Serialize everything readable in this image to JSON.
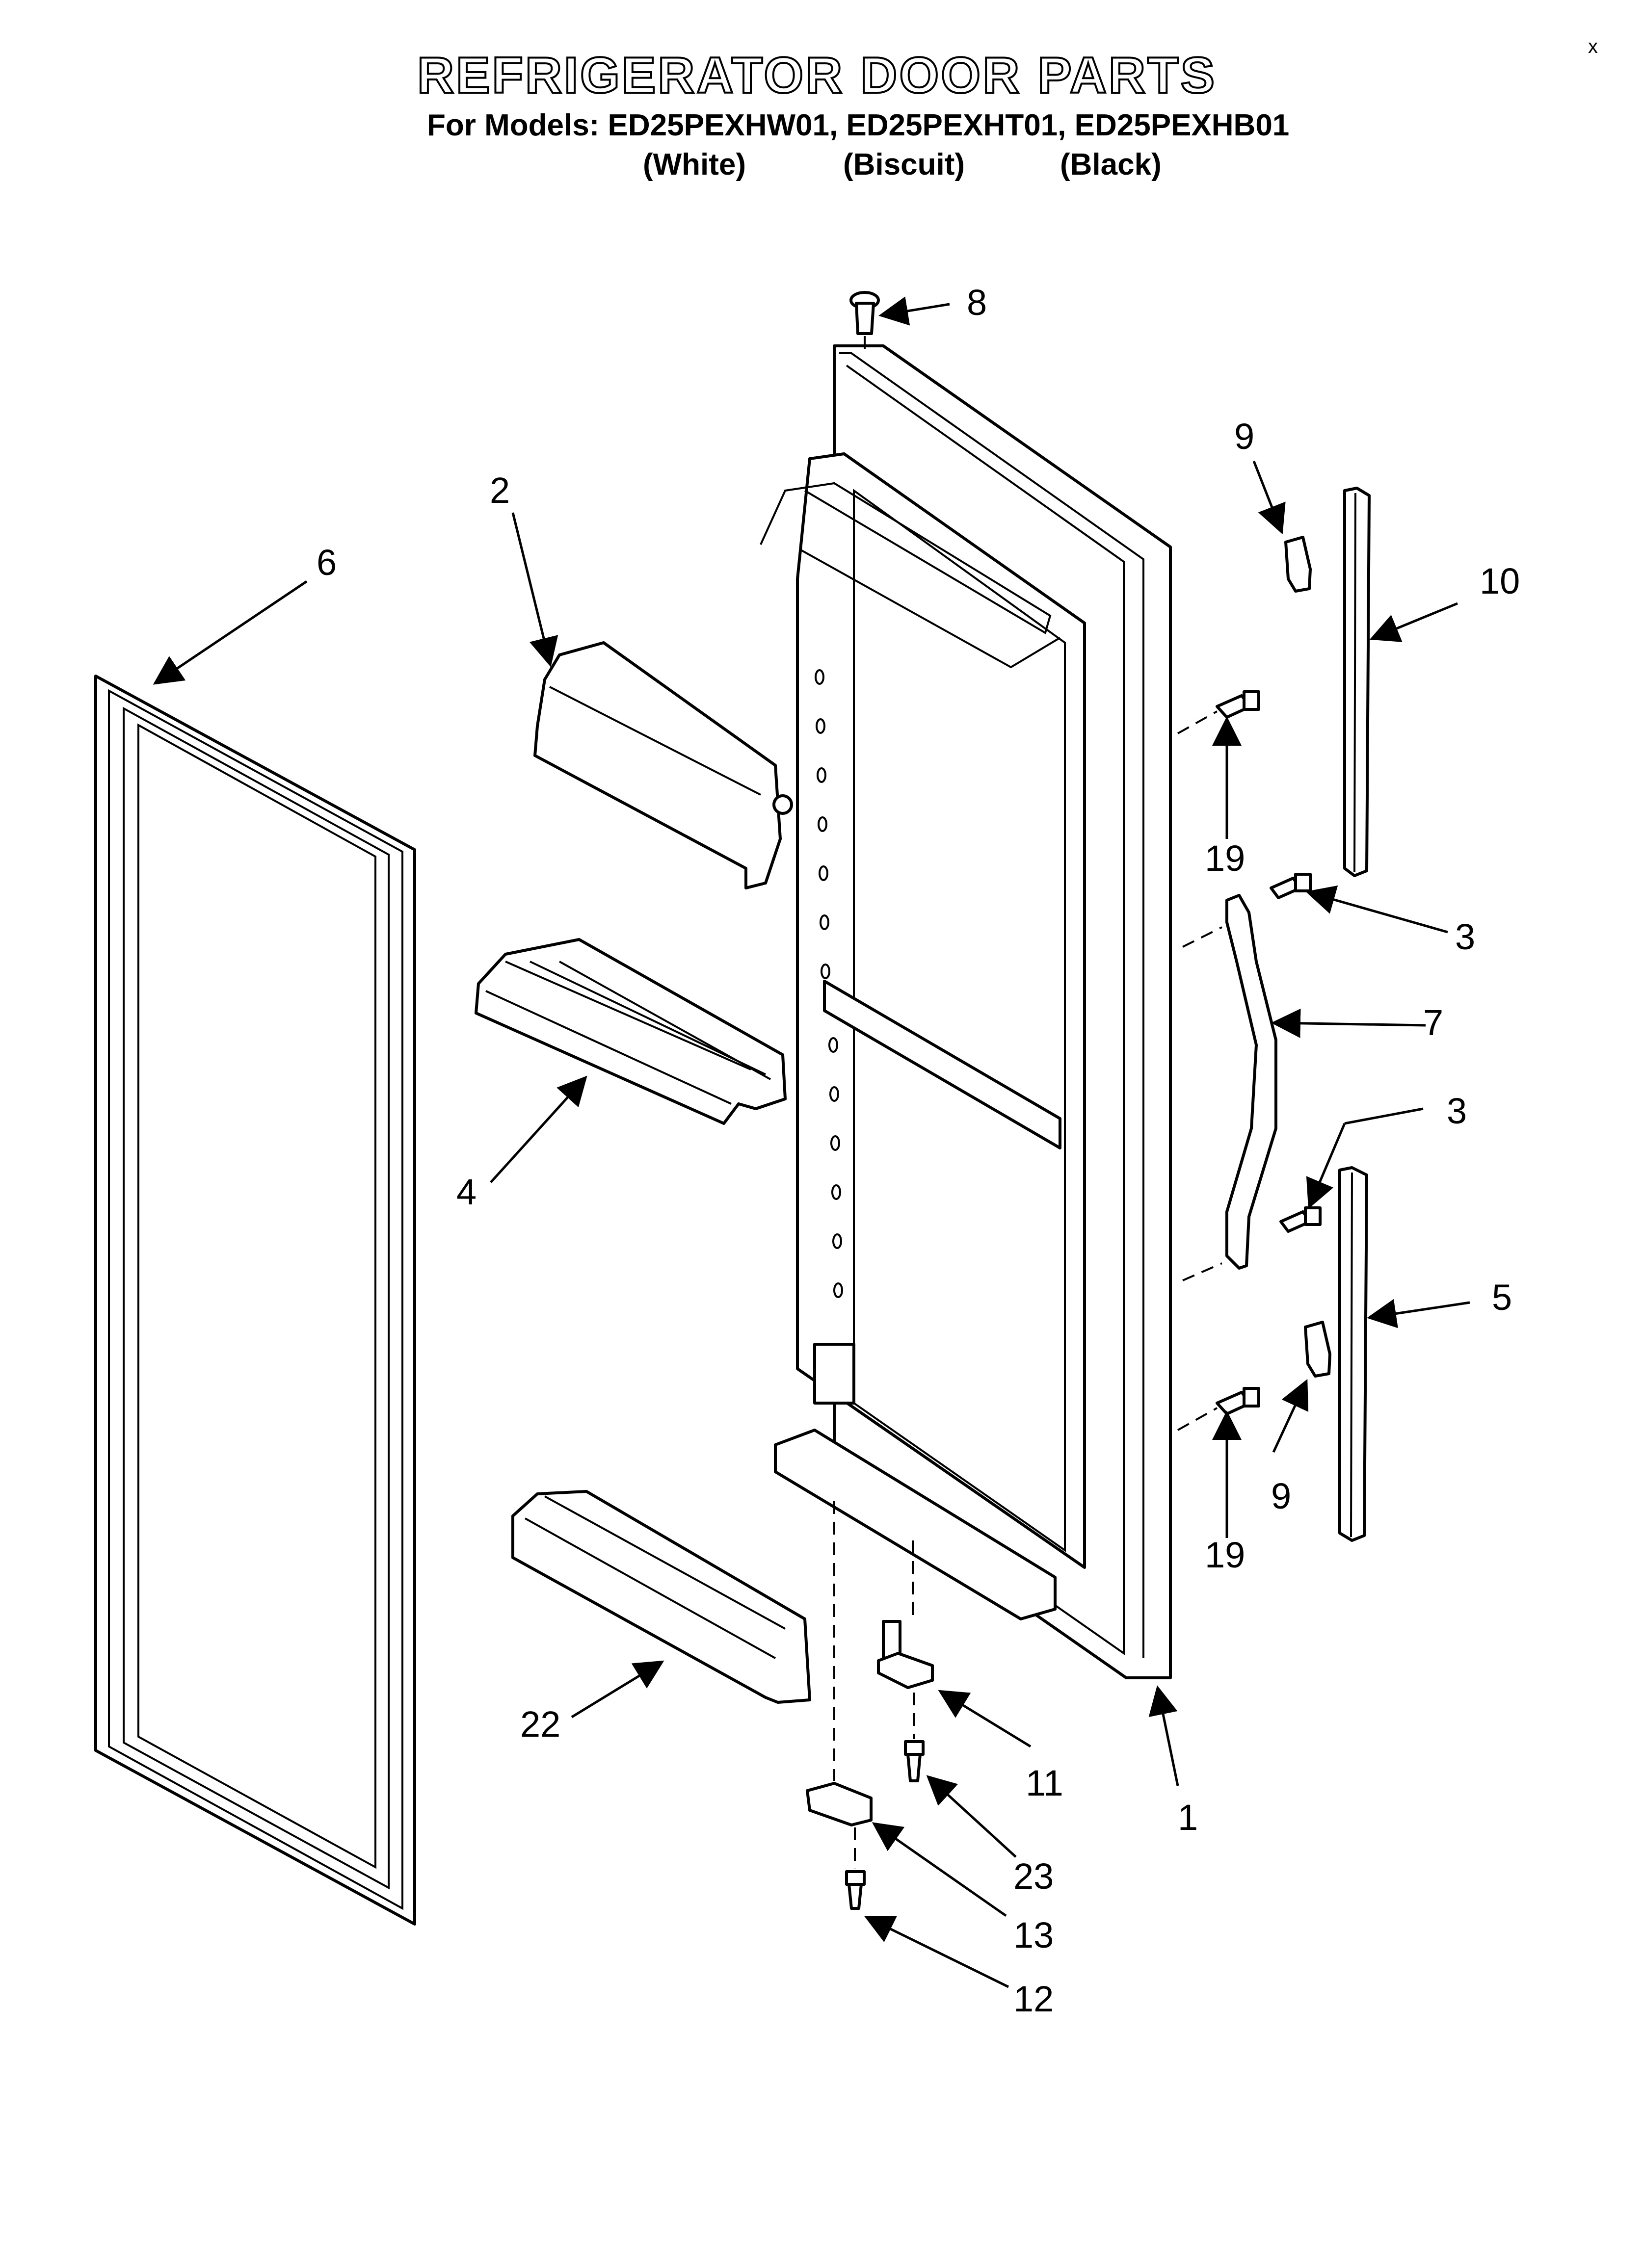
{
  "header": {
    "title": "REFRIGERATOR DOOR PARTS",
    "models_line": "For Models: ED25PEXHW01, ED25PEXHT01, ED25PEXHB01",
    "finishes": [
      "(White)",
      "(Biscuit)",
      "(Black)"
    ]
  },
  "callouts": {
    "p1": "1",
    "p2": "2",
    "p3a": "3",
    "p3b": "3",
    "p4": "4",
    "p5": "5",
    "p6": "6",
    "p7": "7",
    "p8": "8",
    "p9a": "9",
    "p9b": "9",
    "p10": "10",
    "p11": "11",
    "p12": "12",
    "p13": "13",
    "p19a": "19",
    "p19b": "19",
    "p22": "22",
    "p23": "23"
  },
  "mark": "x"
}
